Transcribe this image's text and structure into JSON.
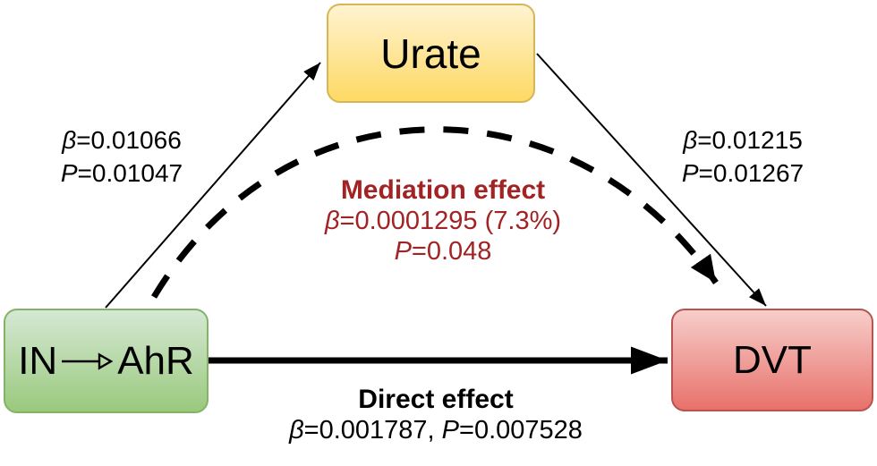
{
  "figure": {
    "type": "mediation-diagram"
  },
  "nodes": {
    "exposure": {
      "left": "IN",
      "right": "AhR"
    },
    "mediator": {
      "label": "Urate"
    },
    "outcome": {
      "label": "DVT"
    }
  },
  "path_a": {
    "beta_sym": "β",
    "beta_val": "=0.01066",
    "p_sym": "P",
    "p_val": "=0.01047"
  },
  "path_b": {
    "beta_sym": "β",
    "beta_val": "=0.01215",
    "p_sym": "P",
    "p_val": "=0.01267"
  },
  "mediation": {
    "title": "Mediation effect",
    "beta_sym": "β",
    "beta_val": "=0.0001295 (7.3%)",
    "p_sym": "P",
    "p_val": "=0.048"
  },
  "direct": {
    "title": "Direct effect",
    "beta_sym": "β",
    "beta_val": "=0.001787, ",
    "p_sym": "P",
    "p_val": "=0.007528"
  },
  "colors": {
    "exposure_fill_top": "#d5e8d4",
    "exposure_fill_bottom": "#9ac97d",
    "exposure_border": "#82b366",
    "mediator_fill_top": "#fff3d1",
    "mediator_fill_bottom": "#fed964",
    "mediator_border": "#d6b656",
    "outcome_fill_top": "#f7cecb",
    "outcome_fill_bottom": "#e8716a",
    "outcome_border": "#b85450",
    "mediation_text": "#a22323",
    "arrow": "#000000"
  }
}
